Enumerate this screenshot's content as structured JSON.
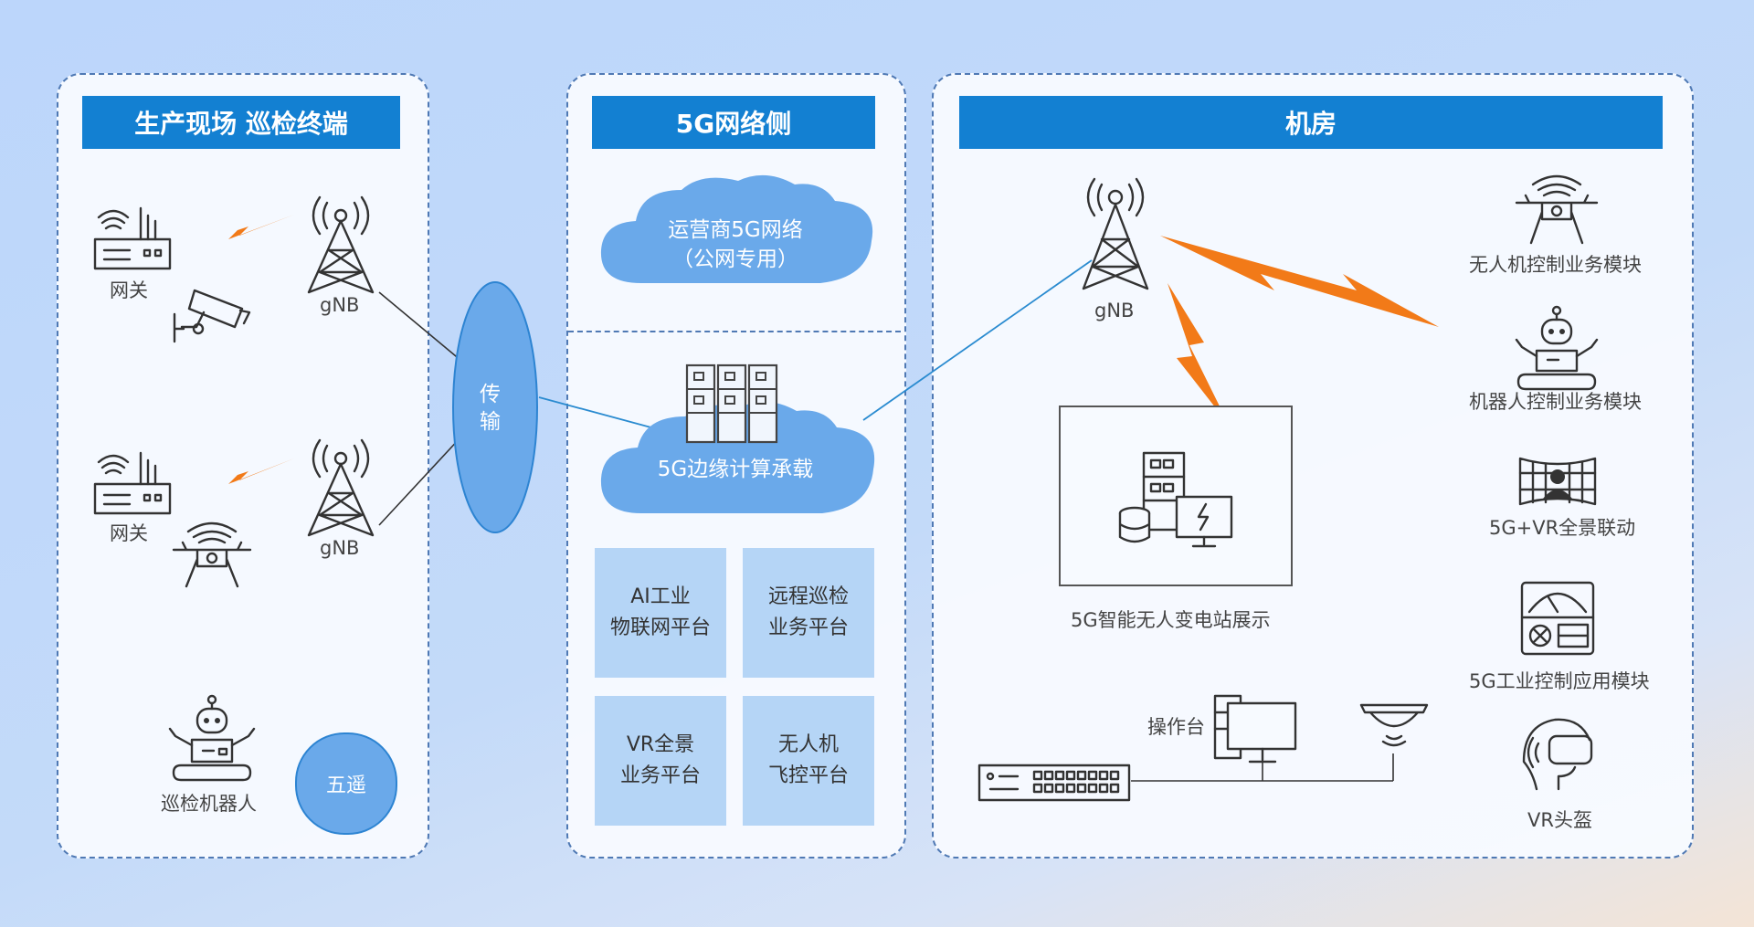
{
  "left_panel": {
    "header": "生产现场 巡检终端",
    "gateway1_label": "网关",
    "gnb1_label": "gNB",
    "gateway2_label": "网关",
    "gnb2_label": "gNB",
    "robot_label": "巡检机器人",
    "badge": "五遥"
  },
  "transport": {
    "label_line1": "传",
    "label_line2": "输"
  },
  "mid_panel": {
    "header": "5G网络侧",
    "cloud_top_line1": "运营商5G网络",
    "cloud_top_line2": "（公网专用）",
    "cloud_edge": "5G边缘计算承载",
    "platforms": [
      {
        "line1": "AI工业",
        "line2": "物联网平台"
      },
      {
        "line1": "远程巡检",
        "line2": "业务平台"
      },
      {
        "line1": "VR全景",
        "line2": "业务平台"
      },
      {
        "line1": "无人机",
        "line2": "飞控平台"
      }
    ]
  },
  "right_panel": {
    "header": "机房",
    "gnb_label": "gNB",
    "station_label": "5G智能无人变电站展示",
    "console_label": "操作台",
    "modules": [
      {
        "label": "无人机控制业务模块",
        "icon": "drone-icon"
      },
      {
        "label": "机器人控制业务模块",
        "icon": "robot-icon"
      },
      {
        "label": "5G+VR全景联动",
        "icon": "vr-panorama-icon"
      },
      {
        "label": "5G工业控制应用模块",
        "icon": "control-panel-icon"
      },
      {
        "label": "VR头盔",
        "icon": "vr-headset-icon"
      }
    ]
  },
  "colors": {
    "header_bg": "#1380d2",
    "accent_blue": "#6aa9ea",
    "bolt_orange": "#f27a18",
    "platform_bg": "#b5d5f6"
  }
}
